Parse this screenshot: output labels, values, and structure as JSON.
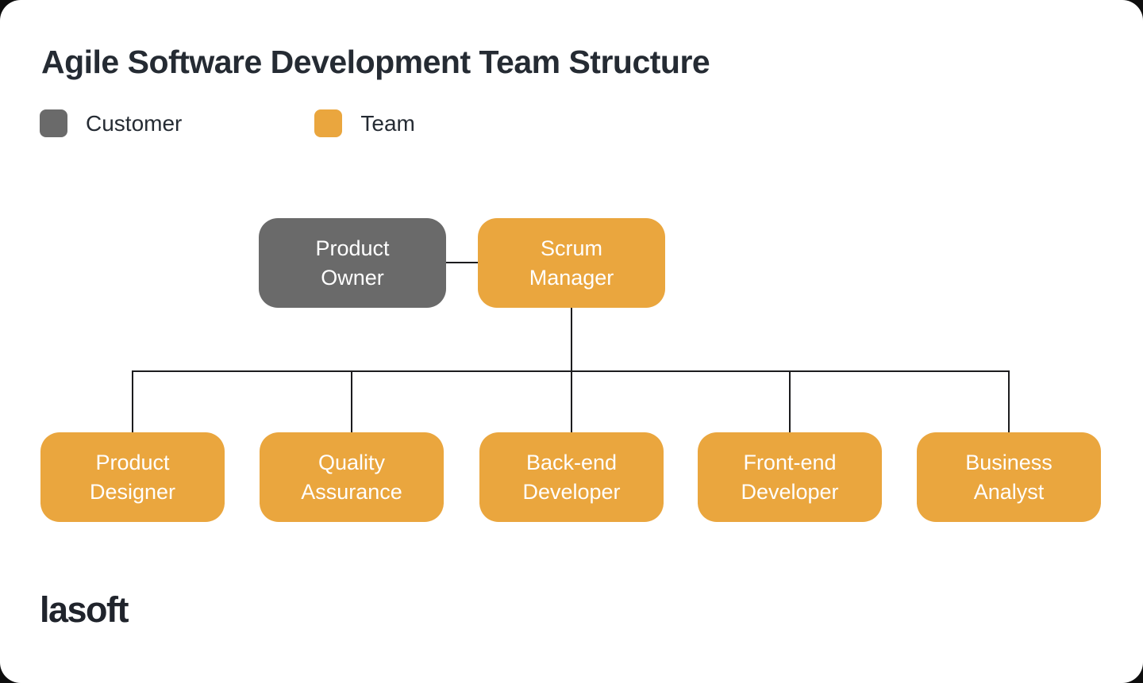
{
  "page": {
    "title": "Agile Software Development Team Structure"
  },
  "legend": [
    {
      "label": "Customer",
      "color": "#6A6A6A"
    },
    {
      "label": "Team",
      "color": "#EAA63E"
    }
  ],
  "org_chart": {
    "root_nodes": [
      {
        "label": "Product Owner",
        "display": "Product\nOwner",
        "group": "customer"
      },
      {
        "label": "Scrum Manager",
        "display": "Scrum\nManager",
        "group": "team"
      }
    ],
    "child_nodes": [
      {
        "label": "Product Designer",
        "display": "Product\nDesigner",
        "group": "team"
      },
      {
        "label": "Quality Assurance",
        "display": "Quality\nAssurance",
        "group": "team"
      },
      {
        "label": "Back-end Developer",
        "display": "Back-end\nDeveloper",
        "group": "team"
      },
      {
        "label": "Front-end Developer",
        "display": "Front-end\nDeveloper",
        "group": "team"
      },
      {
        "label": "Business Analyst",
        "display": "Business\nAnalyst",
        "group": "team"
      }
    ],
    "edges": [
      {
        "from": "Product Owner",
        "to": "Scrum Manager"
      },
      {
        "from": "Scrum Manager",
        "to": "Product Designer"
      },
      {
        "from": "Scrum Manager",
        "to": "Quality Assurance"
      },
      {
        "from": "Scrum Manager",
        "to": "Back-end Developer"
      },
      {
        "from": "Scrum Manager",
        "to": "Front-end Developer"
      },
      {
        "from": "Scrum Manager",
        "to": "Business Analyst"
      }
    ]
  },
  "colors": {
    "customer": "#6A6A6A",
    "team": "#EAA63E",
    "connector": "#1C1C1E",
    "title_text": "#252B33",
    "node_text": "#FFFFFF",
    "card_background": "#FFFFFF",
    "backdrop": "#0E0E0E"
  },
  "logo": {
    "text": "lasoft"
  }
}
